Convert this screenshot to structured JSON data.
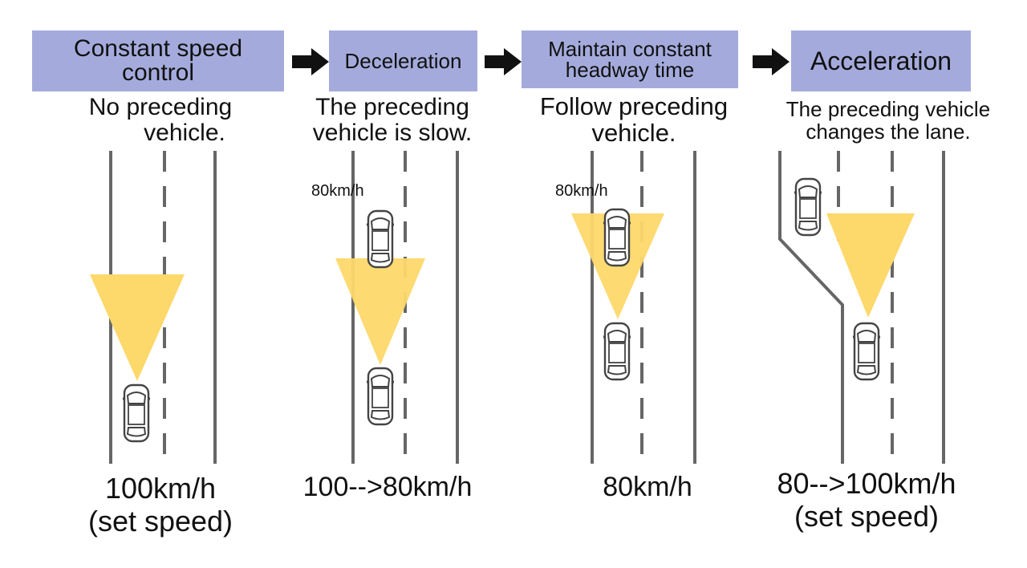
{
  "phases": [
    {
      "mode": "Constant speed control",
      "condition": [
        "No preceding",
        "vehicle."
      ],
      "preceding_speed": "",
      "speed": [
        "100km/h",
        "(set speed)"
      ]
    },
    {
      "mode": "Deceleration",
      "condition": [
        "The preceding",
        "vehicle is slow."
      ],
      "preceding_speed": "80km/h",
      "speed": [
        "100-->80km/h",
        ""
      ]
    },
    {
      "mode": "Maintain constant headway time",
      "condition": [
        "Follow preceding",
        "vehicle."
      ],
      "preceding_speed": "80km/h",
      "speed": [
        "80km/h",
        ""
      ]
    },
    {
      "mode": "Acceleration",
      "condition": [
        "The preceding vehicle",
        "changes the lane."
      ],
      "preceding_speed": "",
      "speed": [
        "80-->100km/h",
        "(set speed)"
      ]
    }
  ],
  "colors": {
    "mode_box": "#a4abdc",
    "sensor_cone": "#fdd86a",
    "road_line": "#666666",
    "arrow": "#111111"
  }
}
